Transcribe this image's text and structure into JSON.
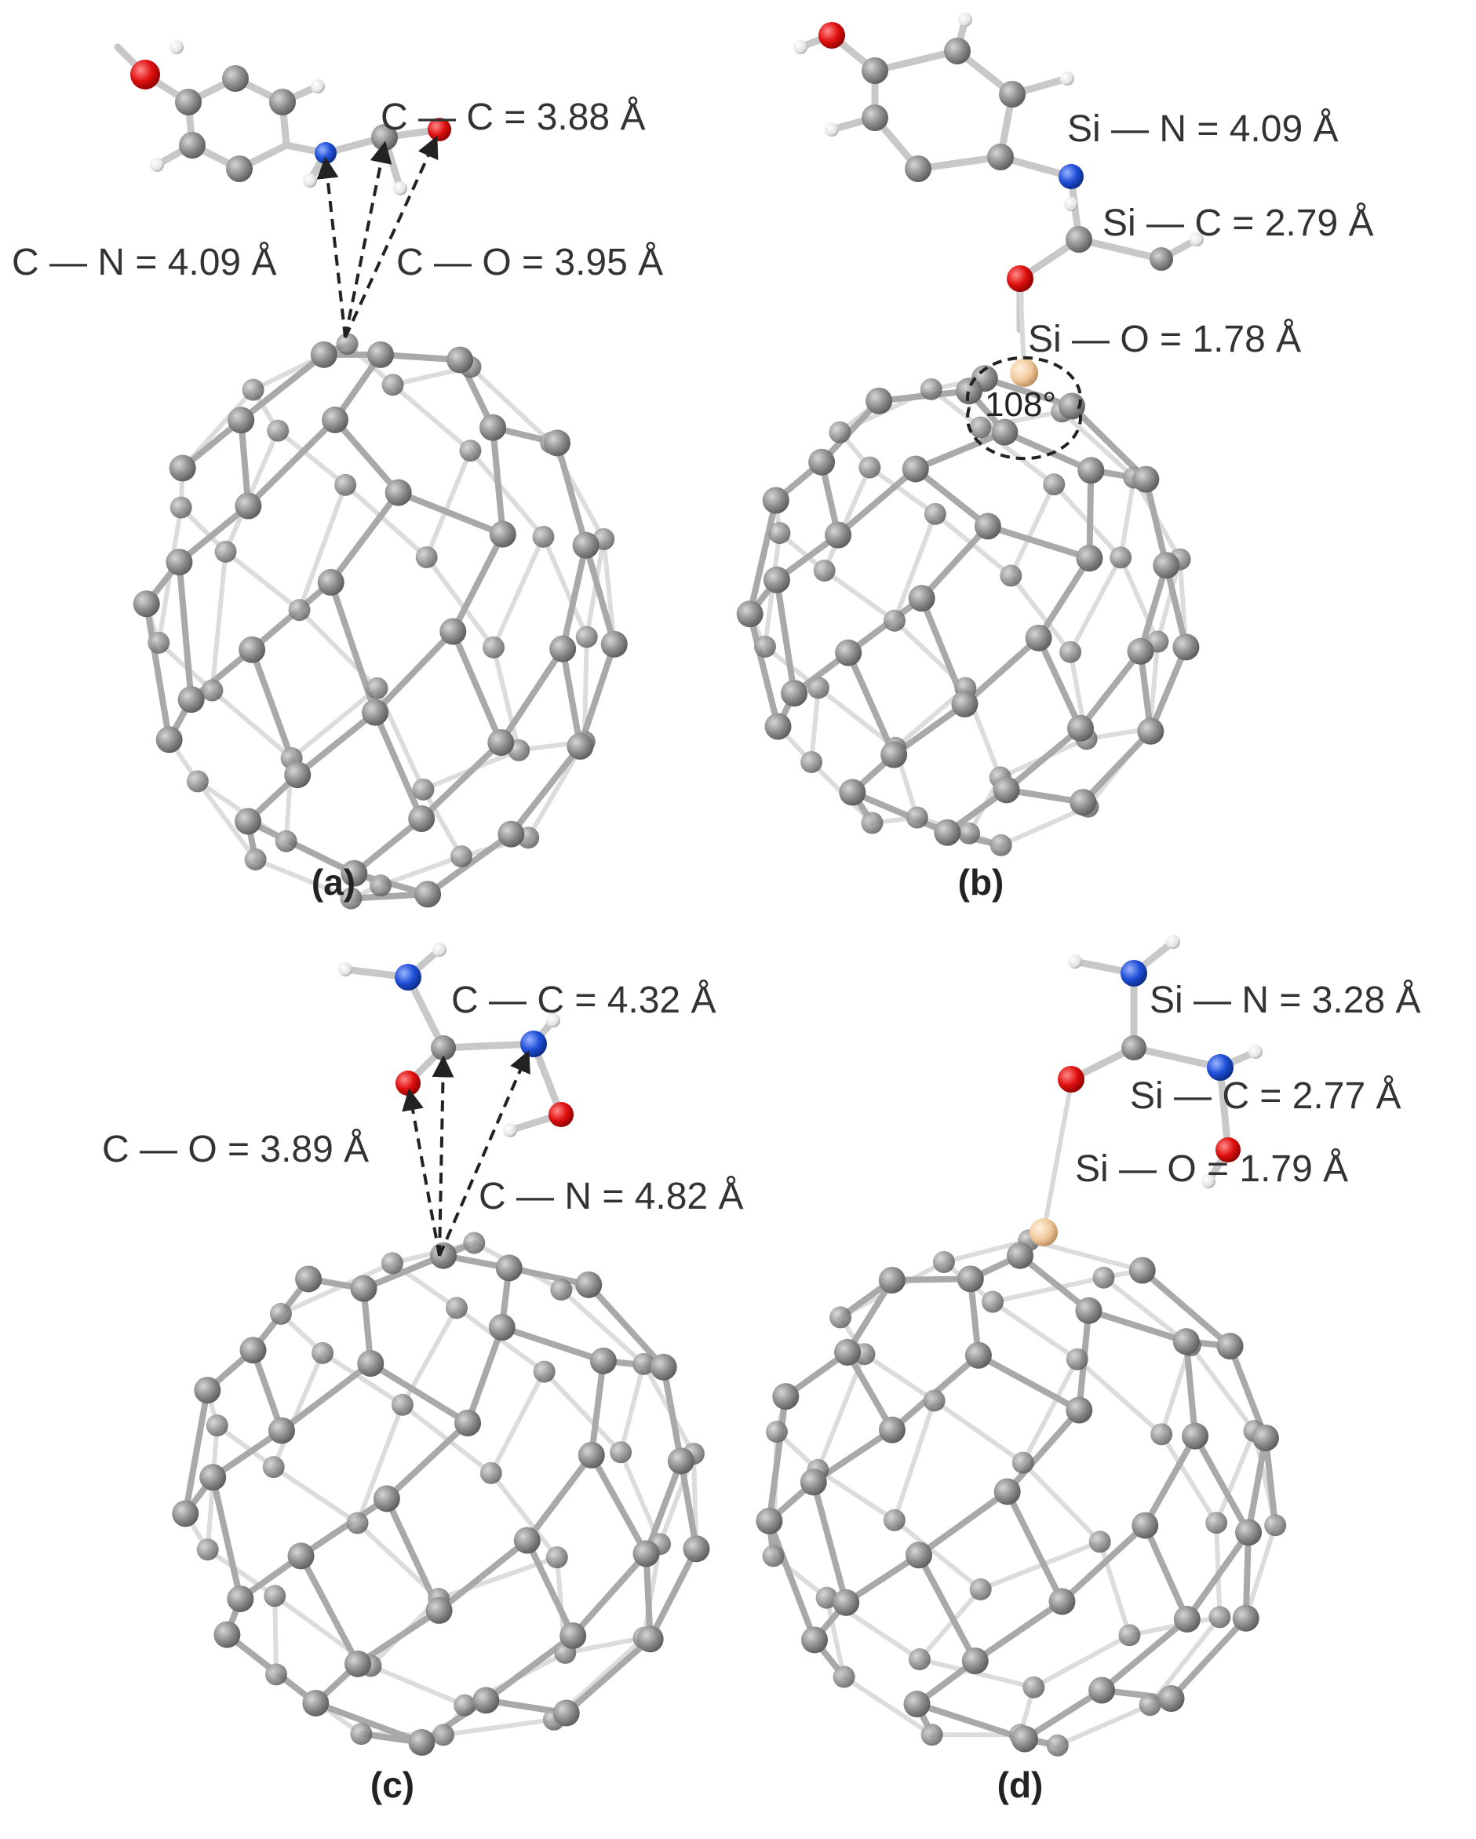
{
  "colors": {
    "carbon": "#8e8e8e",
    "bond": "#c8c8c8",
    "oxygen": "#e01010",
    "nitrogen": "#1f4fd8",
    "hydrogen": "#e8e8e8",
    "silicon": "#f0c89a",
    "label": "#333333",
    "arrow": "#222222"
  },
  "panels": [
    {
      "id": "a",
      "caption": "(a)",
      "labels": [
        "C — C = 3.88 Å",
        "C — N = 4.09 Å",
        "C — O = 3.95 Å"
      ]
    },
    {
      "id": "b",
      "caption": "(b)",
      "labels": [
        "Si — N = 4.09 Å",
        "Si — C = 2.79 Å",
        "Si — O = 1.78 Å"
      ],
      "angle": "108°"
    },
    {
      "id": "c",
      "caption": "(c)",
      "labels": [
        "C — C = 4.32 Å",
        "C — O = 3.89 Å",
        "C — N = 4.82 Å"
      ]
    },
    {
      "id": "d",
      "caption": "(d)",
      "labels": [
        "Si — N = 3.28 Å",
        "Si — C = 2.77 Å",
        "Si — O = 1.79 Å"
      ]
    }
  ]
}
